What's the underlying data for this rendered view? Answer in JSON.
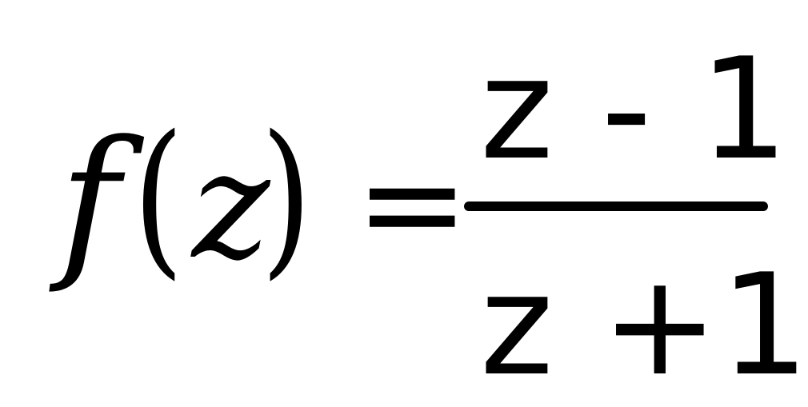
{
  "equation": {
    "function_name": "f",
    "open_paren": "(",
    "variable": "z",
    "close_paren": ")",
    "equals": "=",
    "numerator": "z - 1",
    "denominator": "z +1"
  },
  "colors": {
    "background": "#ffffff",
    "ink": "#000000"
  }
}
